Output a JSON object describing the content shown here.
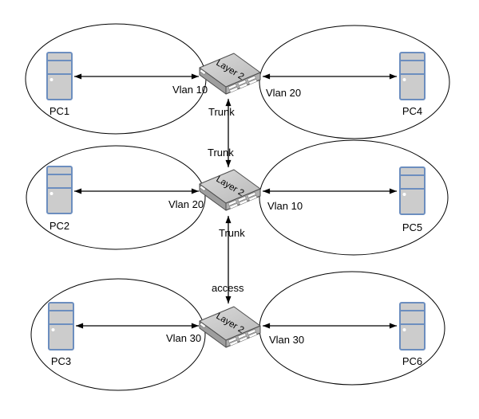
{
  "diagram_type": "network-topology",
  "background": "#ffffff",
  "colors": {
    "shape_outline": "#000000",
    "pc_fill": "#cccccc",
    "pc_stroke": "#6c8ebf",
    "switch_fill": "#cccccc",
    "switch_side_fill": "#9e9e9e",
    "switch_front_fill": "#b0b0b0",
    "switch_stroke": "#4d4d4d",
    "label_text": "#000000"
  },
  "pcs": [
    {
      "label": "PC1"
    },
    {
      "label": "PC2"
    },
    {
      "label": "PC3"
    },
    {
      "label": "PC4"
    },
    {
      "label": "PC5"
    },
    {
      "label": "PC6"
    }
  ],
  "switches": [
    {
      "label": "Layer 2"
    },
    {
      "label": "Layer 2"
    },
    {
      "label": "Layer 2"
    }
  ],
  "port_labels": {
    "row1_left": "Vlan 10",
    "row1_right": "Vlan 20",
    "row2_left": "Vlan 20",
    "row2_right": "Vlan 10",
    "row3_left": "Vlan 30",
    "row3_right": "Vlan 30"
  },
  "trunk_labels": {
    "s1_s2_upper": "Trunk",
    "s1_s2_lower": "Trunk",
    "s2_s3_upper": "Trunk",
    "s2_s3_lower": "access"
  }
}
